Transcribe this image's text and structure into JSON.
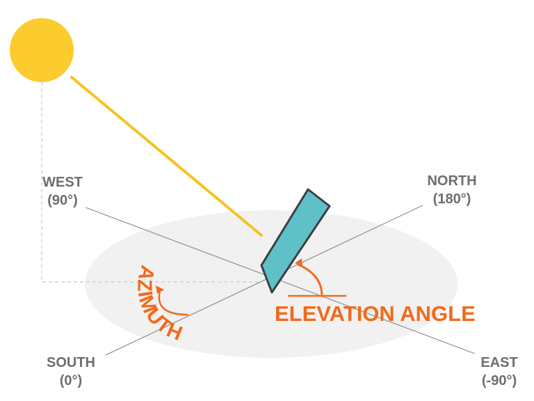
{
  "directions": {
    "west": {
      "name": "WEST",
      "angle": "(90°)"
    },
    "north": {
      "name": "NORTH",
      "angle": "(180°)"
    },
    "south": {
      "name": "SOUTH",
      "angle": "(0°)"
    },
    "east": {
      "name": "EAST",
      "angle": "(-90°)"
    }
  },
  "labels": {
    "azimuth": "AZIMUTH",
    "elevation_angle": "ELEVATION ANGLE"
  },
  "colors": {
    "sun": "#fccb2e",
    "sun_ray": "#f6c21c",
    "accent": "#f26a1b",
    "panel_face": "#5fc0c8",
    "panel_edge": "#3a3f45",
    "ground": "#f1f1f1",
    "axis_lines": "#8e8e8e",
    "label_text": "#6d6d6d"
  }
}
